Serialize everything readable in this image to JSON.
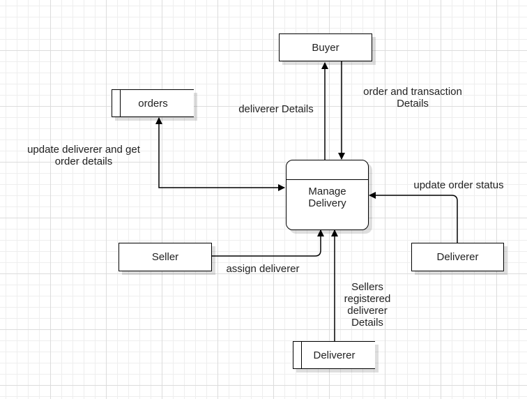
{
  "nodes": {
    "buyer": "Buyer",
    "orders": "orders",
    "manage_delivery": "Manage\nDelivery",
    "seller": "Seller",
    "deliverer_entity": "Deliverer",
    "deliverer_store": "Deliverer"
  },
  "flows": {
    "deliverer_details": "deliverer Details",
    "order_transaction": "order and transaction\nDetails",
    "update_deliverer": "update deliverer and get\norder details",
    "update_order_status": "update order status",
    "assign_deliverer": "assign deliverer",
    "sellers_registered": "Sellers\nregistered\ndeliverer\nDetails"
  }
}
